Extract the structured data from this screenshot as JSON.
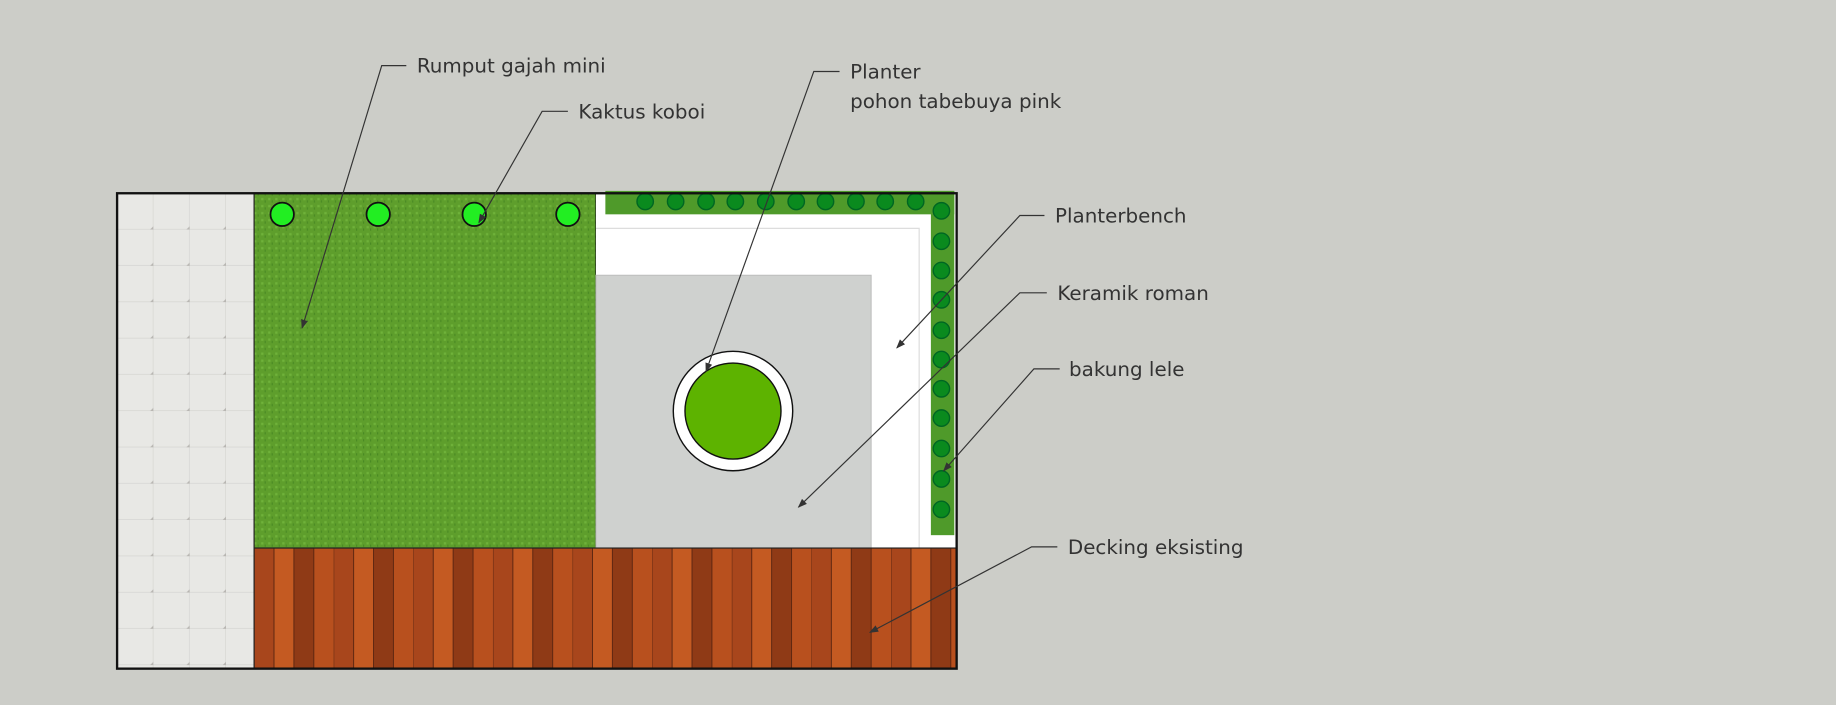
{
  "labels": {
    "rumput": "Rumput gajah mini",
    "kaktus": "Kaktus koboi",
    "planter_line1": "Planter",
    "planter_line2": "pohon tabebuya pink",
    "planterbench": "Planterbench",
    "keramik": "Keramik roman",
    "bakung": "bakung lele",
    "decking": "Decking eksisting"
  },
  "colors": {
    "background": "#cccdc8",
    "grass": "#5e9e2c",
    "tile": "#e6e6e3",
    "ceramic": "#cfd1cf",
    "deck": "#a8461c",
    "hedge": "#4f9a2a",
    "hedge_plant": "#0a8a1e",
    "cactus": "#22ee22",
    "tree": "#5db300"
  }
}
